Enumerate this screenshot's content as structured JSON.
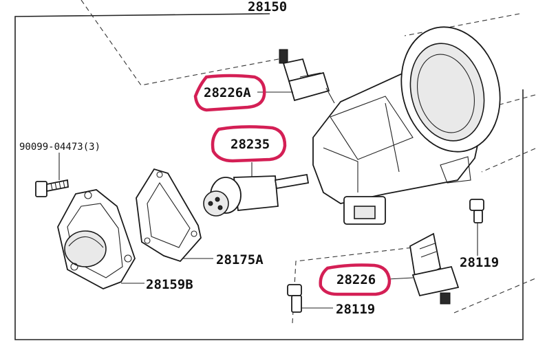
{
  "labels": {
    "assembly": "28150",
    "relay_a": "28226A",
    "switch": "28235",
    "screw": "90099-04473(3)",
    "gasket": "28175A",
    "cover": "28159B",
    "terminal_right": "28119",
    "relay": "28226",
    "terminal_bottom": "28119"
  },
  "highlight_color": "#d41f55"
}
